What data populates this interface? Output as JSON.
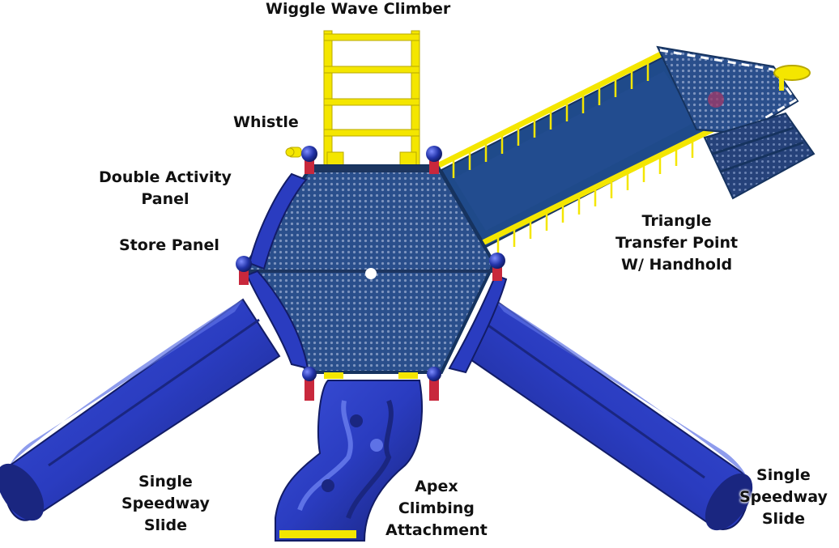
{
  "labels": {
    "wiggle_wave_climber": [
      "Wiggle Wave Climber"
    ],
    "whistle": [
      "Whistle"
    ],
    "double_activity_panel": [
      "Double Activity",
      "Panel"
    ],
    "store_panel": [
      "Store Panel"
    ],
    "triangle_transfer_point": [
      "Triangle",
      "Transfer Point",
      "W/ Handhold"
    ],
    "single_speedway_slide_left": [
      "Single",
      "Speedway",
      "Slide"
    ],
    "apex_climbing_attachment": [
      "Apex",
      "Climbing",
      "Attachment"
    ],
    "single_speedway_slide_right": [
      "Single",
      "Speedway",
      "Slide"
    ]
  },
  "colors": {
    "deck_blue": "#2a4f8c",
    "deck_dark": "#1c3560",
    "slide_blue": "#2a3cc0",
    "slide_dark": "#1a2680",
    "slide_light": "#5e72e6",
    "rail_yellow": "#f4e600",
    "post_red": "#c8283c",
    "cap_blue": "#2233a8"
  }
}
